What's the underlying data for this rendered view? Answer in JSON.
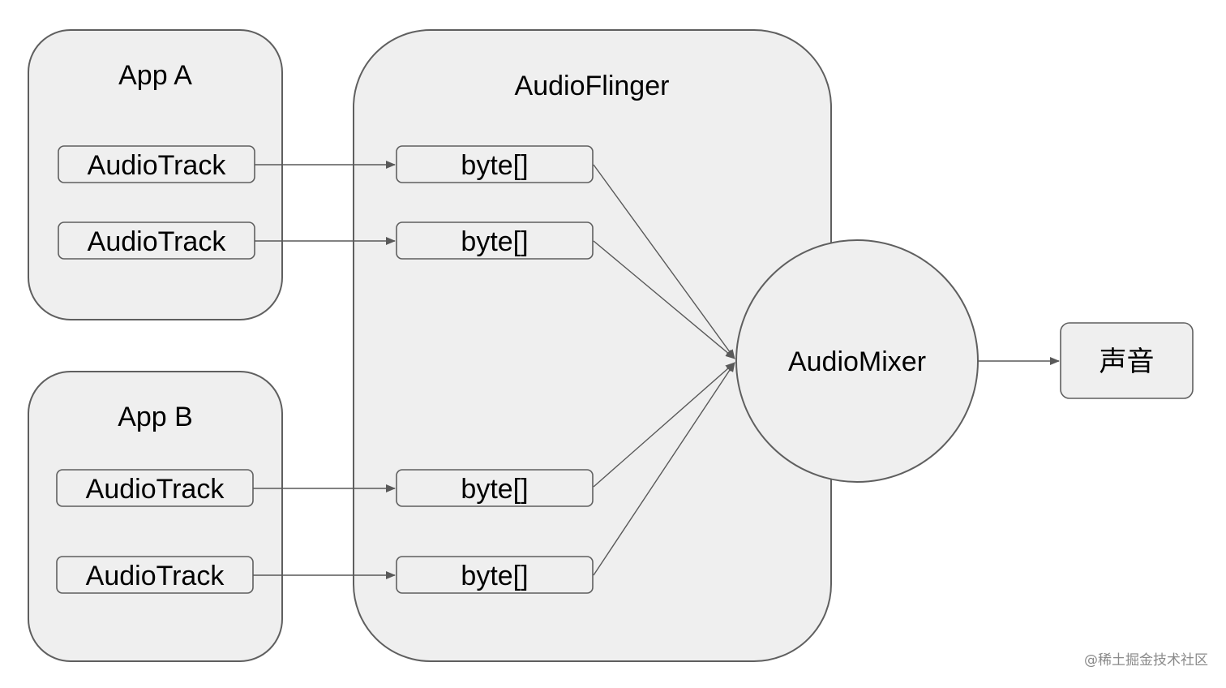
{
  "diagram": {
    "app_a": {
      "title": "App A",
      "tracks": [
        "AudioTrack",
        "AudioTrack"
      ]
    },
    "app_b": {
      "title": "App B",
      "tracks": [
        "AudioTrack",
        "AudioTrack"
      ]
    },
    "audioflinger": {
      "title": "AudioFlinger",
      "buffers": [
        "byte[]",
        "byte[]",
        "byte[]",
        "byte[]"
      ]
    },
    "mixer": {
      "label": "AudioMixer"
    },
    "output": {
      "label": "声音"
    },
    "colors": {
      "fill": "#efefef",
      "stroke": "#5f5f5f",
      "arrow": "#595959",
      "text": "#000000"
    }
  },
  "watermark": "@稀土掘金技术社区"
}
